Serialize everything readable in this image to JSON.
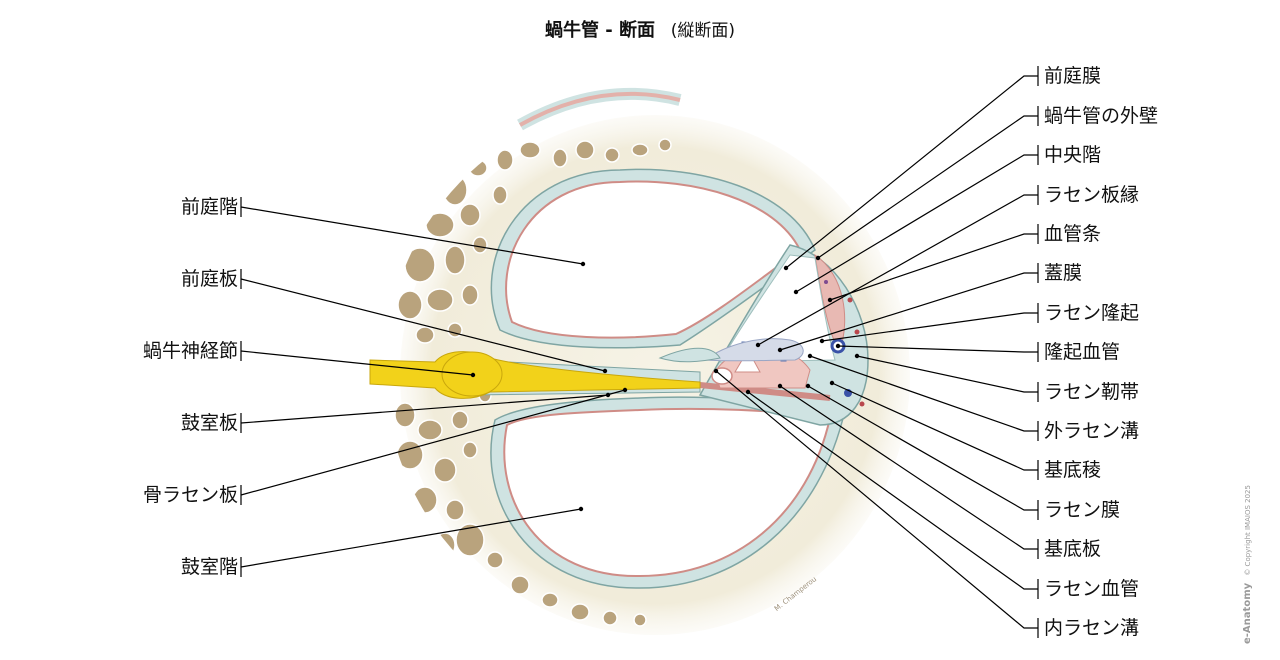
{
  "title": {
    "main": "蝸牛管 - 断面",
    "sub": "(縦断面)"
  },
  "labels_left": [
    "前庭階",
    "前庭板",
    "蝸牛神経節",
    "鼓室板",
    "骨ラセン板",
    "鼓室階"
  ],
  "labels_right": [
    "前庭膜",
    "蝸牛管の外壁",
    "中央階",
    "ラセン板縁",
    "血管条",
    "蓋膜",
    "ラセン隆起",
    "隆起血管",
    "ラセン靭帯",
    "外ラセン溝",
    "基底稜",
    "ラセン膜",
    "基底板",
    "ラセン血管",
    "内ラセン溝"
  ],
  "signature": "M. Champerou",
  "brand": {
    "name": "e-Anatomy",
    "copyright": "© Copyright IMAIOS 2025"
  },
  "colors": {
    "bone_background": "#f3efe0",
    "bone_cells": "#b8a27d",
    "membrane_teal": "#cfe3e2",
    "membrane_pink": "#e8b9b3",
    "nerve_yellow": "#f2d21a",
    "vessel_blue": "#3a52a8",
    "leader_line": "#000000"
  }
}
